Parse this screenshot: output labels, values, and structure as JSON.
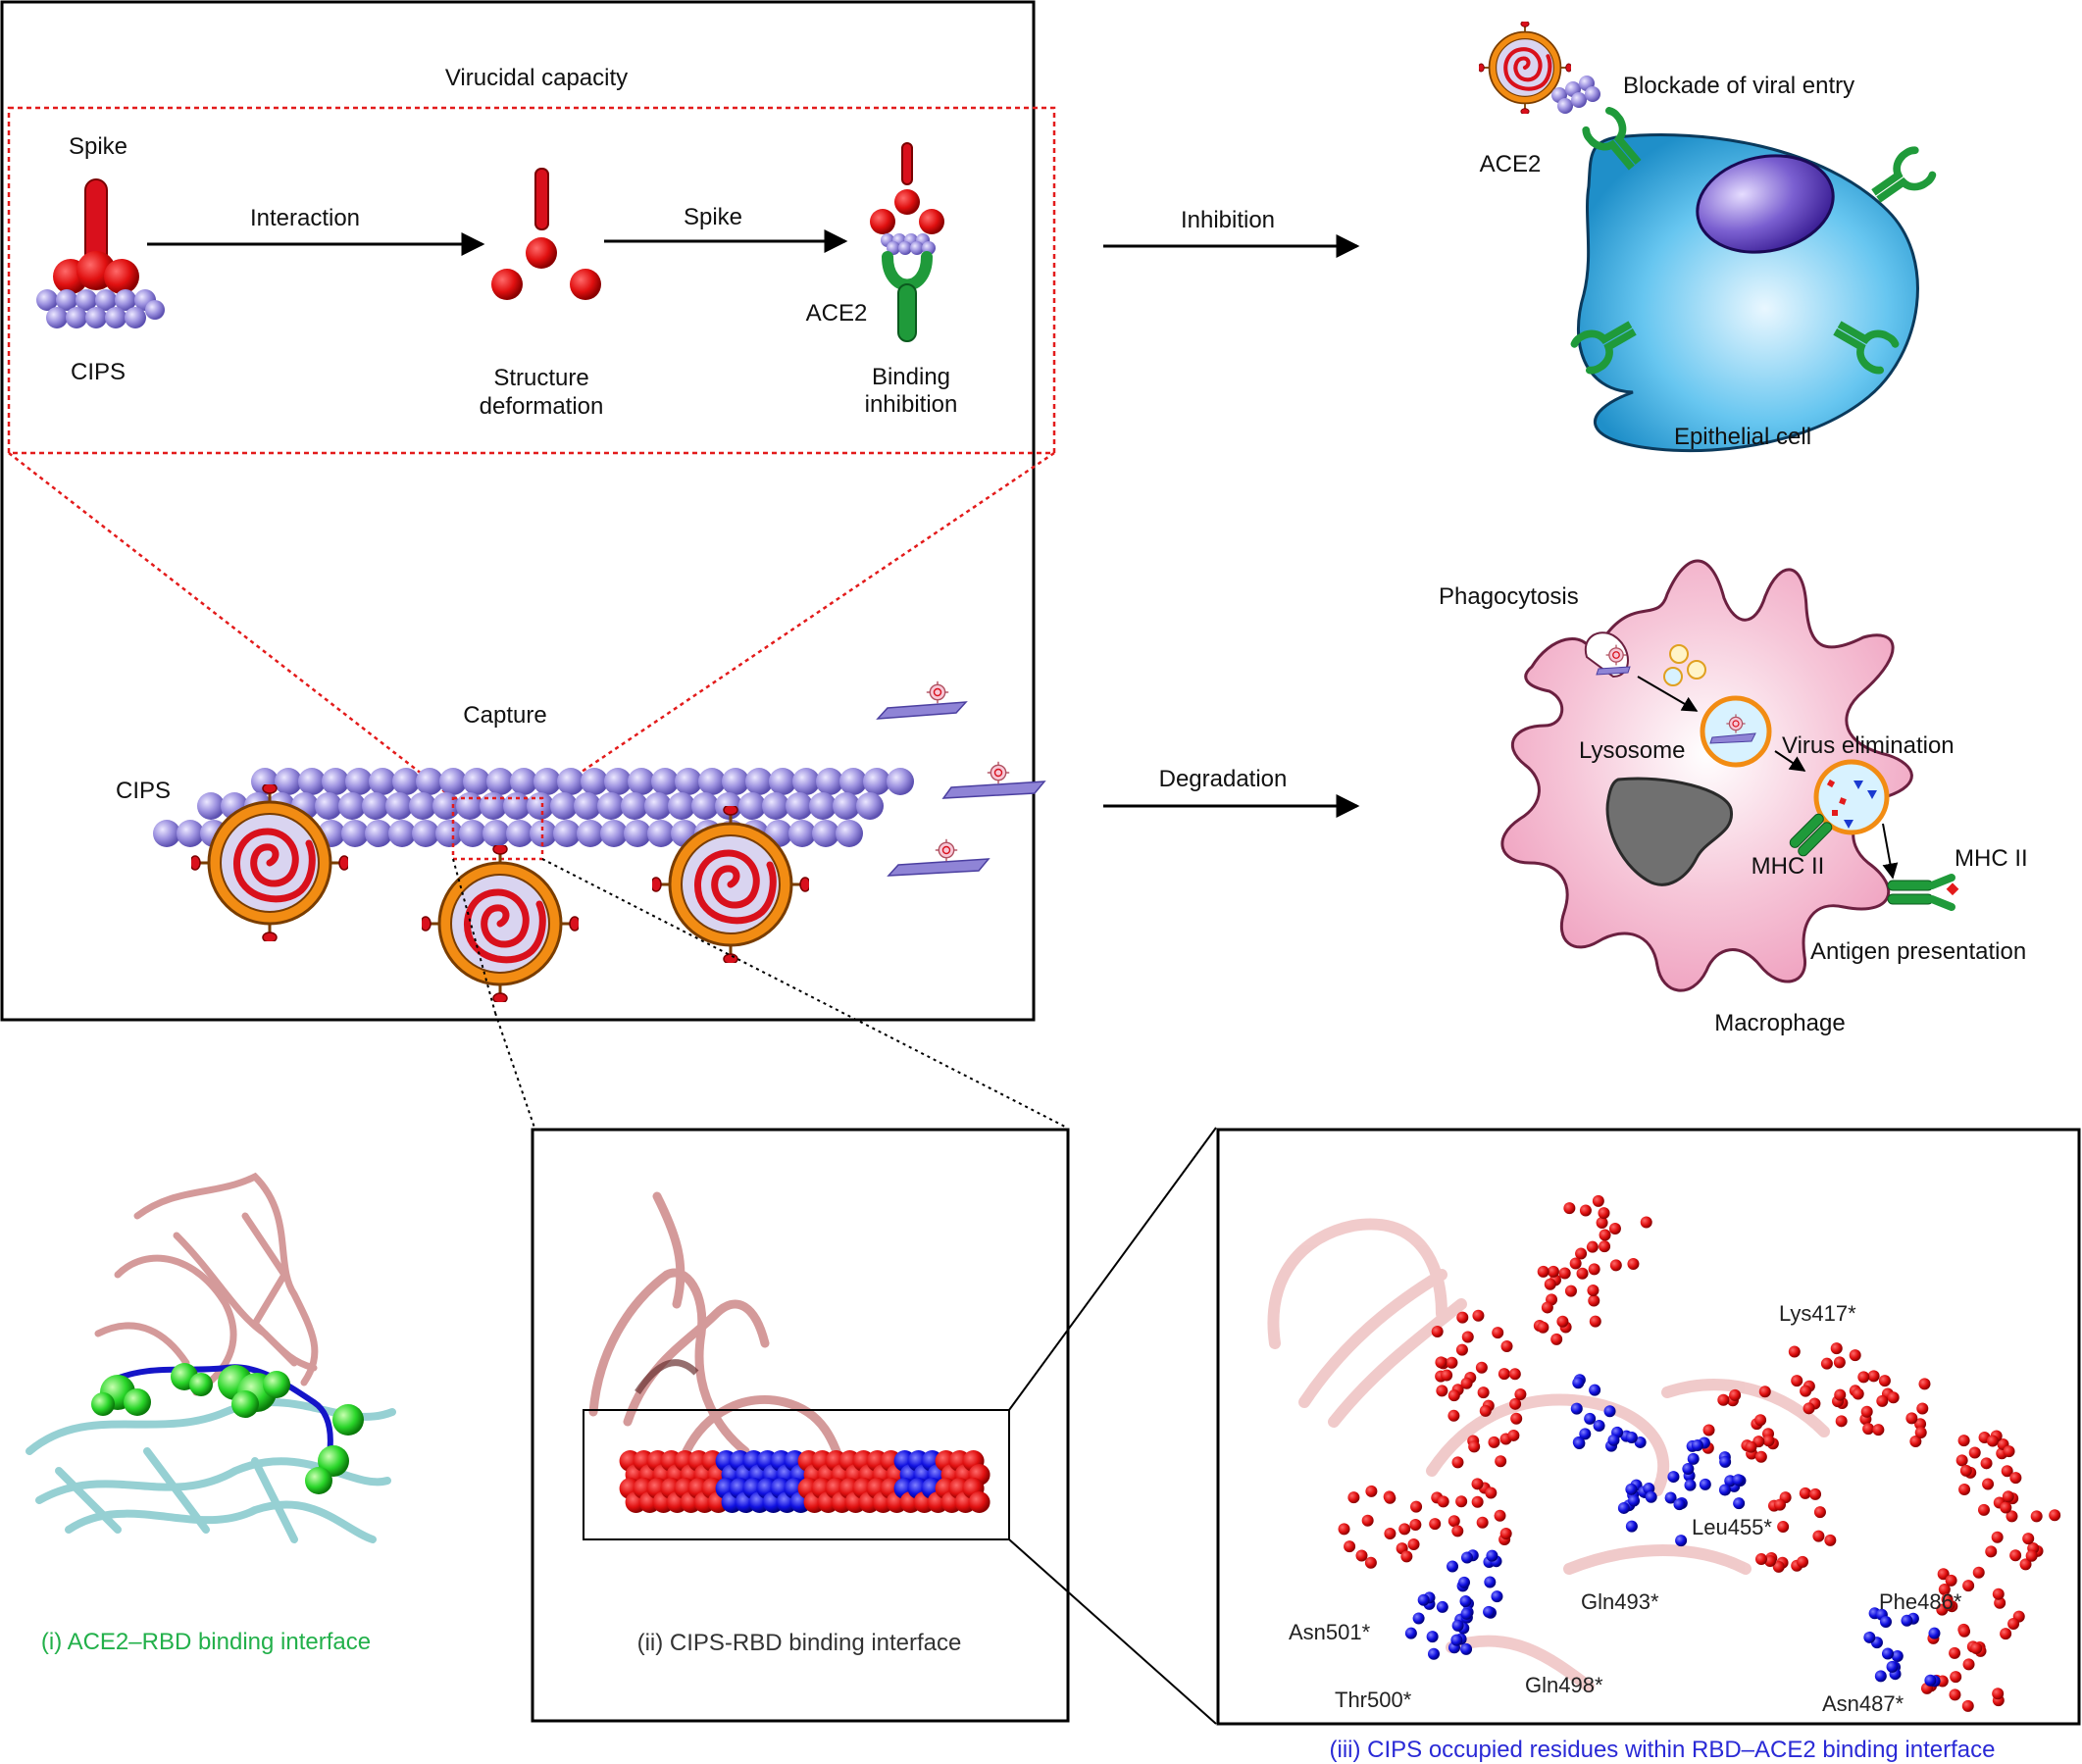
{
  "colors": {
    "spike_red": "#d9101c",
    "cips_purple": "#8f84d6",
    "ace2_green": "#1f9a3a",
    "cell_blue": "#3fb3e6",
    "nucleus_purple": "#5a3db0",
    "macrophage_pink": "#f4b8cf",
    "virus_orange": "#f28c13",
    "caption_green": "#22b04a",
    "caption_blue": "#2a2ad6",
    "caption_gray": "#333333"
  },
  "top_panel": {
    "inset_title": "Virucidal capacity",
    "spike_label": "Spike",
    "cips_label_inset": "CIPS",
    "interaction_label": "Interaction",
    "structure_label_1": "Structure",
    "structure_label_2": "deformation",
    "spike_arrow_label": "Spike",
    "ace2_label_inset": "ACE2",
    "binding_label_1": "Binding",
    "binding_label_2": "inhibition",
    "capture_label": "Capture",
    "cips_label_main": "CIPS"
  },
  "right_panel": {
    "inhibition_label": "Inhibition",
    "degradation_label": "Degradation",
    "blockade_label": "Blockade of viral entry",
    "ace2_label": "ACE2",
    "epithelial_label": "Epithelial cell",
    "phagocytosis_label": "Phagocytosis",
    "lysosome_label": "Lysosome",
    "virus_elim_label": "Virus elimination",
    "mhc_label_inner": "MHC II",
    "mhc_label_outer": "MHC II",
    "antigen_label": "Antigen presentation",
    "macrophage_label": "Macrophage"
  },
  "bottom_panel": {
    "caption_i": "(i) ACE2–RBD binding interface",
    "caption_ii": "(ii) CIPS-RBD binding interface",
    "caption_iii": "(iii) CIPS occupied residues within RBD–ACE2 binding interface",
    "residues": {
      "lys417": "Lys417*",
      "leu455": "Leu455*",
      "gln493": "Gln493*",
      "phe486": "Phe486*",
      "asn501": "Asn501*",
      "thr500": "Thr500*",
      "gln498": "Gln498*",
      "asn487": "Asn487*"
    }
  }
}
